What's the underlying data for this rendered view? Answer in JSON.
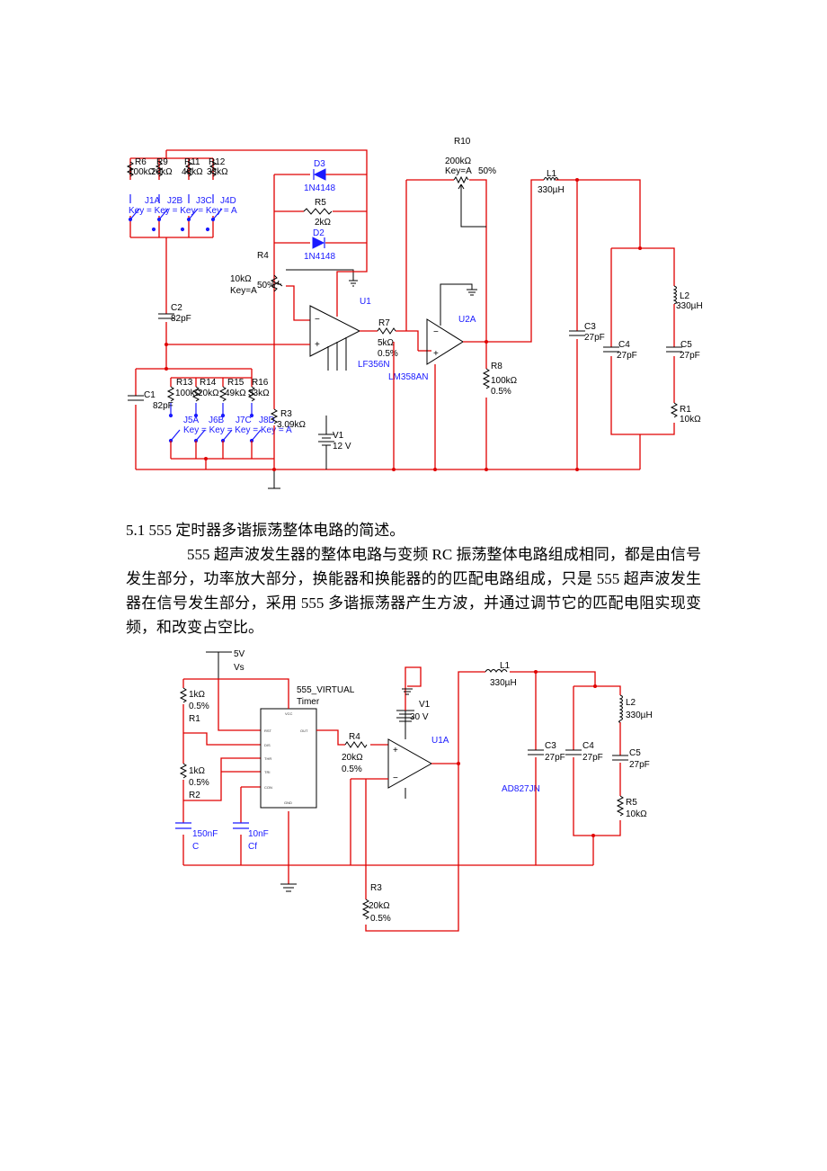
{
  "figure1": {
    "labels": {
      "R6": "R6",
      "R6v": "100kΩ",
      "R9": "R9",
      "R9v": "20kΩ",
      "R11": "R11",
      "R11v": "49kΩ",
      "R12": "R12",
      "R12v": "33kΩ",
      "J1A": "J1A",
      "J2B": "J2B",
      "J3C": "J3C",
      "J4D": "J4D",
      "keyRow": "Key = Key = Key = Key = A",
      "D3": "D3",
      "D3v": "1N4148",
      "R5": "R5",
      "R5v": "2kΩ",
      "D2": "D2",
      "D2v": "1N4148",
      "R4": "R4",
      "R4v": "10kΩ",
      "R4key": "Key=A",
      "R4pct": "50%",
      "U1": "U1",
      "C2": "C2",
      "C2v": "82pF",
      "R7": "R7",
      "R7v": "5kΩ",
      "R7t": "0.5%",
      "LF": "LF356N",
      "R10": "R10",
      "R10v": "200kΩ",
      "R10key": "Key=A",
      "R10pct": "50%",
      "U2A": "U2A",
      "LM": "LM358AN",
      "R8": "R8",
      "R8v": "100kΩ",
      "R8t": "0.5%",
      "L1": "L1",
      "L1v": "330µH",
      "C3": "C3",
      "C3v": "27pF",
      "L2": "L2",
      "L2v": "330µH",
      "C4": "C4",
      "C4v": "27pF",
      "C5": "C5",
      "C5v": "27pF",
      "R1": "R1",
      "R1v": "10kΩ",
      "C1": "C1",
      "C1v": "82pF",
      "R13": "R13",
      "R13v": "100kΩ",
      "R14": "R14",
      "R14v": "20kΩ",
      "R15": "R15",
      "R15v": "49kΩ",
      "R16": "R16",
      "R16v": "33kΩ",
      "J5A": "J5A",
      "J6B": "J6B",
      "J7C": "J7C",
      "J8D": "J8D",
      "keyRow2": "Key = Key = Key = Key = A",
      "R3": "R3",
      "R3v": "3.09kΩ",
      "V1": "V1",
      "V1v": "12 V"
    }
  },
  "text": {
    "heading": "5.1 555 定时器多谐振荡整体电路的简述。",
    "body": "555 超声波发生器的整体电路与变频 RC 振荡整体电路组成相同，都是由信号发生部分，功率放大部分，换能器和换能器的的匹配电路组成，只是 555 超声波发生器在信号发生部分，采用 555 多谐振荡器产生方波，并通过调节它的匹配电阻实现变频，和改变占空比。"
  },
  "figure2": {
    "labels": {
      "vs": "5V",
      "vsName": "Vs",
      "R1v": "1kΩ",
      "R1t": "0.5%",
      "R1": "R1",
      "R2v": "1kΩ",
      "R2t": "0.5%",
      "R2": "R2",
      "C": "C",
      "Cv": "150nF",
      "Cf": "Cf",
      "Cfv": "10nF",
      "timer1": "555_VIRTUAL",
      "timer2": "Timer",
      "pinVCC": "VCC",
      "pinRST": "RST",
      "pinDIS": "DIS",
      "pinTHR": "THR",
      "pinTRI": "TRI",
      "pinCON": "CON",
      "pinOUT": "OUT",
      "pinGND": "GND",
      "R4": "R4",
      "R4v": "20kΩ",
      "R4t": "0.5%",
      "V1": "V1",
      "V1v": "30 V",
      "U1A": "U1A",
      "AD": "AD827JN",
      "R3": "R3",
      "R3v": "20kΩ",
      "R3t": "0.5%",
      "L1": "L1",
      "L1v": "330µH",
      "C3": "C3",
      "C3v": "27pF",
      "C4": "C4",
      "C4v": "27pF",
      "L2": "L2",
      "L2v": "330µH",
      "C5": "C5",
      "C5v": "27pF",
      "R5": "R5",
      "R5v": "10kΩ"
    }
  }
}
